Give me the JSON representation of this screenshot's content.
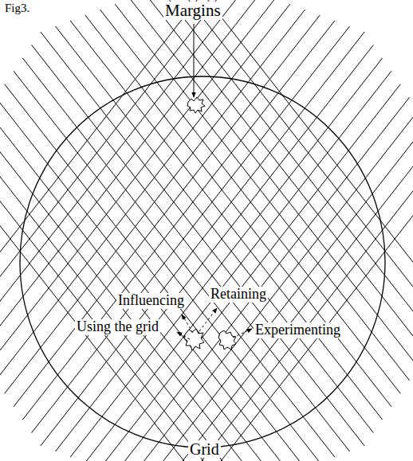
{
  "diagram": {
    "labels": [
      "Fig3.",
      "Margins",
      "Influencing",
      "Retaining",
      "Using the grid",
      "Experimenting",
      "Grid"
    ]
  }
}
